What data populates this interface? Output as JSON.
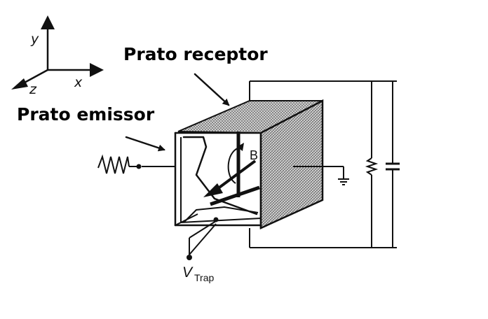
{
  "diagram": {
    "axes": {
      "y": "y",
      "x": "x",
      "z": "z"
    },
    "labels": {
      "receiver_plate": "Prato receptor",
      "emitter_plate": "Prato emissor",
      "magnetic_field": "B",
      "trap_voltage": "V",
      "trap_voltage_sub": "Trap"
    }
  }
}
